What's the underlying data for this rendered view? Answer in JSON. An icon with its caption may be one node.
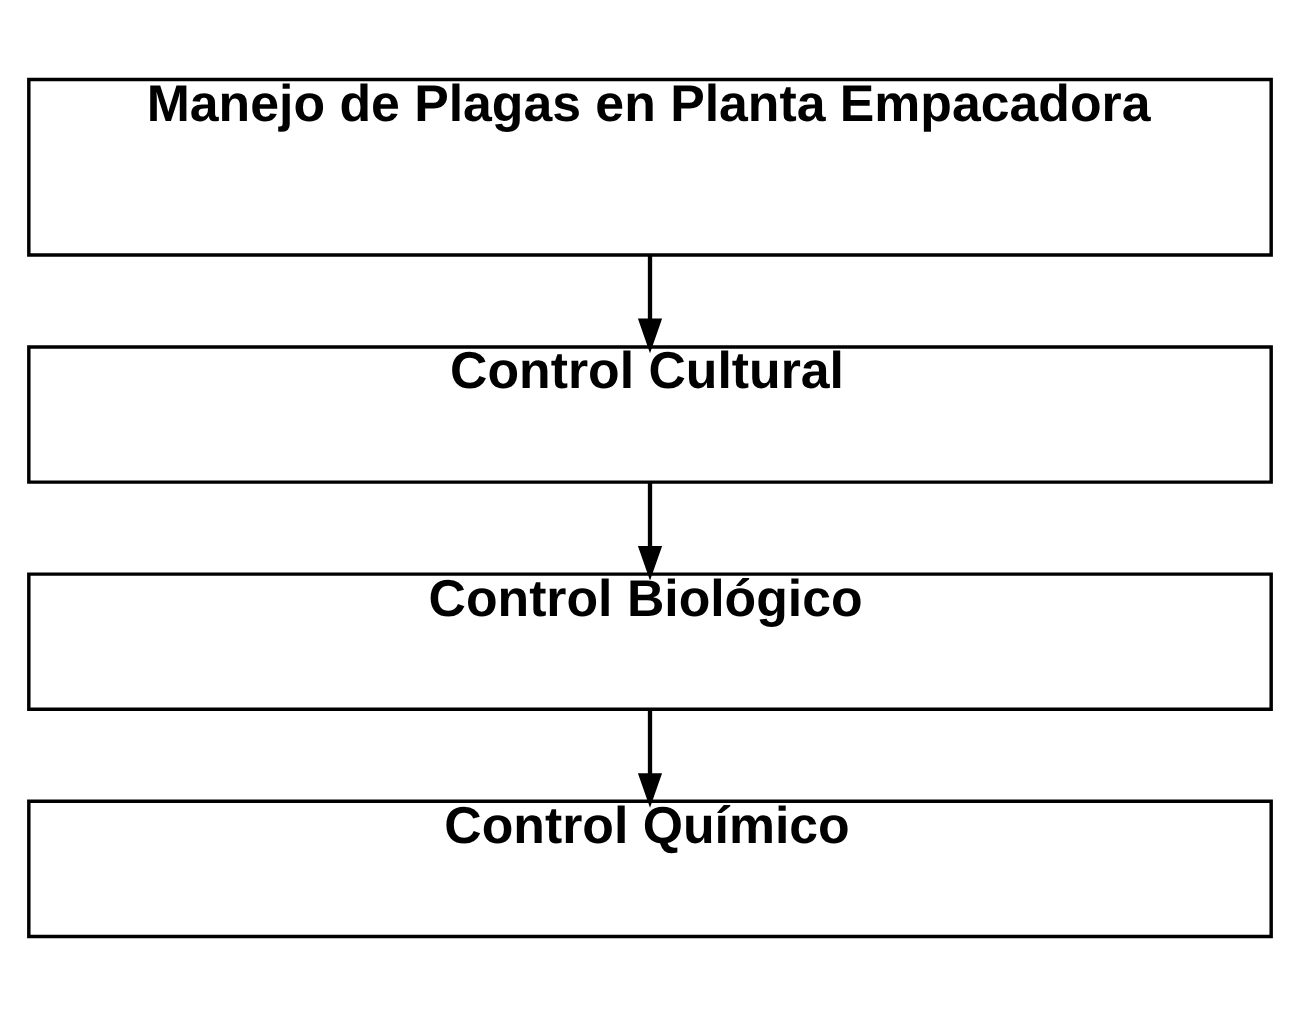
{
  "diagram": {
    "nodes": [
      {
        "text": [
          "Manejo de Plagas en Planta Empacadora"
        ]
      },
      {
        "text": [
          "Control Cultural"
        ]
      },
      {
        "text": [
          "Control Biológico"
        ]
      },
      {
        "text": [
          "Control Químico"
        ]
      }
    ],
    "edges": [
      {
        "from": 0,
        "to": 1,
        "arrow": "to"
      },
      {
        "from": 1,
        "to": 2,
        "arrow": "to"
      },
      {
        "from": 2,
        "to": 3,
        "arrow": "to"
      }
    ]
  }
}
